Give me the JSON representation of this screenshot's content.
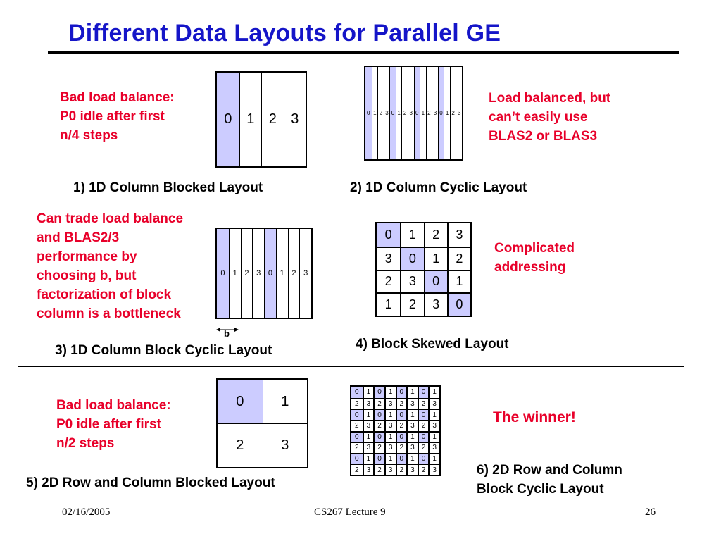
{
  "title": "Different Data Layouts for Parallel GE",
  "panels": {
    "p1": {
      "note": [
        "Bad load balance:",
        "P0 idle after first",
        "n/4 steps"
      ],
      "caption": "1) 1D Column Blocked Layout",
      "labels": [
        "0",
        "1",
        "2",
        "3"
      ]
    },
    "p2": {
      "note": [
        "Load balanced, but",
        "can’t easily use",
        "BLAS2 or BLAS3"
      ],
      "caption": "2) 1D Column Cyclic Layout",
      "labels": [
        "0",
        "1",
        "2",
        "3",
        "0",
        "1",
        "2",
        "3",
        "0",
        "1",
        "2",
        "3",
        "0",
        "1",
        "2",
        "3"
      ]
    },
    "p3": {
      "note": [
        "Can trade load balance",
        "and BLAS2/3",
        "performance by",
        "choosing b, but",
        "factorization of block",
        "column is a bottleneck"
      ],
      "caption": "3) 1D Column Block Cyclic Layout",
      "labels": [
        "0",
        "1",
        "2",
        "3",
        "0",
        "1",
        "2",
        "3"
      ],
      "b_label": "b"
    },
    "p4": {
      "note": [
        "Complicated",
        "addressing"
      ],
      "caption": "4) Block Skewed Layout",
      "grid": [
        [
          "0",
          "1",
          "2",
          "3"
        ],
        [
          "3",
          "0",
          "1",
          "2"
        ],
        [
          "2",
          "3",
          "0",
          "1"
        ],
        [
          "1",
          "2",
          "3",
          "0"
        ]
      ]
    },
    "p5": {
      "note": [
        "Bad load balance:",
        "P0 idle after first",
        "n/2 steps"
      ],
      "caption": "5) 2D Row and Column Blocked Layout",
      "grid": [
        [
          "0",
          "1"
        ],
        [
          "2",
          "3"
        ]
      ]
    },
    "p6": {
      "note": [
        "The winner!"
      ],
      "caption": [
        "6) 2D Row and Column",
        "Block Cyclic Layout"
      ],
      "grid": [
        [
          "0",
          "1",
          "0",
          "1",
          "0",
          "1",
          "0",
          "1"
        ],
        [
          "2",
          "3",
          "2",
          "3",
          "2",
          "3",
          "2",
          "3"
        ],
        [
          "0",
          "1",
          "0",
          "1",
          "0",
          "1",
          "0",
          "1"
        ],
        [
          "2",
          "3",
          "2",
          "3",
          "2",
          "3",
          "2",
          "3"
        ],
        [
          "0",
          "1",
          "0",
          "1",
          "0",
          "1",
          "0",
          "1"
        ],
        [
          "2",
          "3",
          "2",
          "3",
          "2",
          "3",
          "2",
          "3"
        ],
        [
          "0",
          "1",
          "0",
          "1",
          "0",
          "1",
          "0",
          "1"
        ],
        [
          "2",
          "3",
          "2",
          "3",
          "2",
          "3",
          "2",
          "3"
        ]
      ]
    }
  },
  "colors": {
    "title": "#1515c8",
    "note": "#e8002a",
    "highlight": "#ccccff"
  },
  "footer": {
    "date": "02/16/2005",
    "course": "CS267 Lecture 9",
    "page": "26"
  }
}
